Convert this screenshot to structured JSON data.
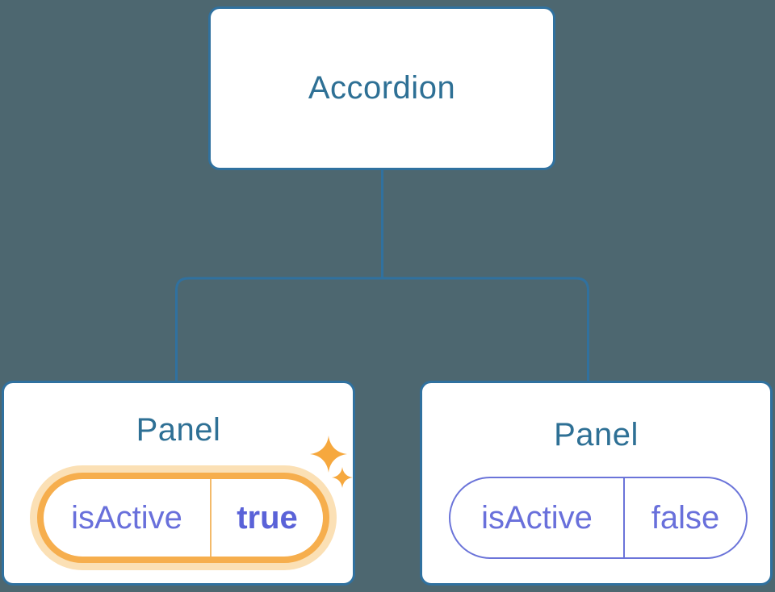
{
  "tree": {
    "root": {
      "label": "Accordion"
    },
    "panels": [
      {
        "title": "Panel",
        "state": {
          "key": "isActive",
          "value": "true"
        },
        "highlighted": true
      },
      {
        "title": "Panel",
        "state": {
          "key": "isActive",
          "value": "false"
        },
        "highlighted": false
      }
    ]
  },
  "colors": {
    "background": "#4D6770",
    "node_fill": "#FFFFFF",
    "node_border": "#30719F",
    "connector_line": "#30719F",
    "node_text": "#2E7095",
    "state_text": "#6970DB",
    "state_value_active_text": "#5A62D8",
    "pill_border_default": "#6B74D9",
    "pill_border_active": "#F6AE4D",
    "pill_glow_active": "#FBE0B5",
    "pill_divider_active": "#F3BA6A",
    "sparkle": "#F6A83E"
  }
}
